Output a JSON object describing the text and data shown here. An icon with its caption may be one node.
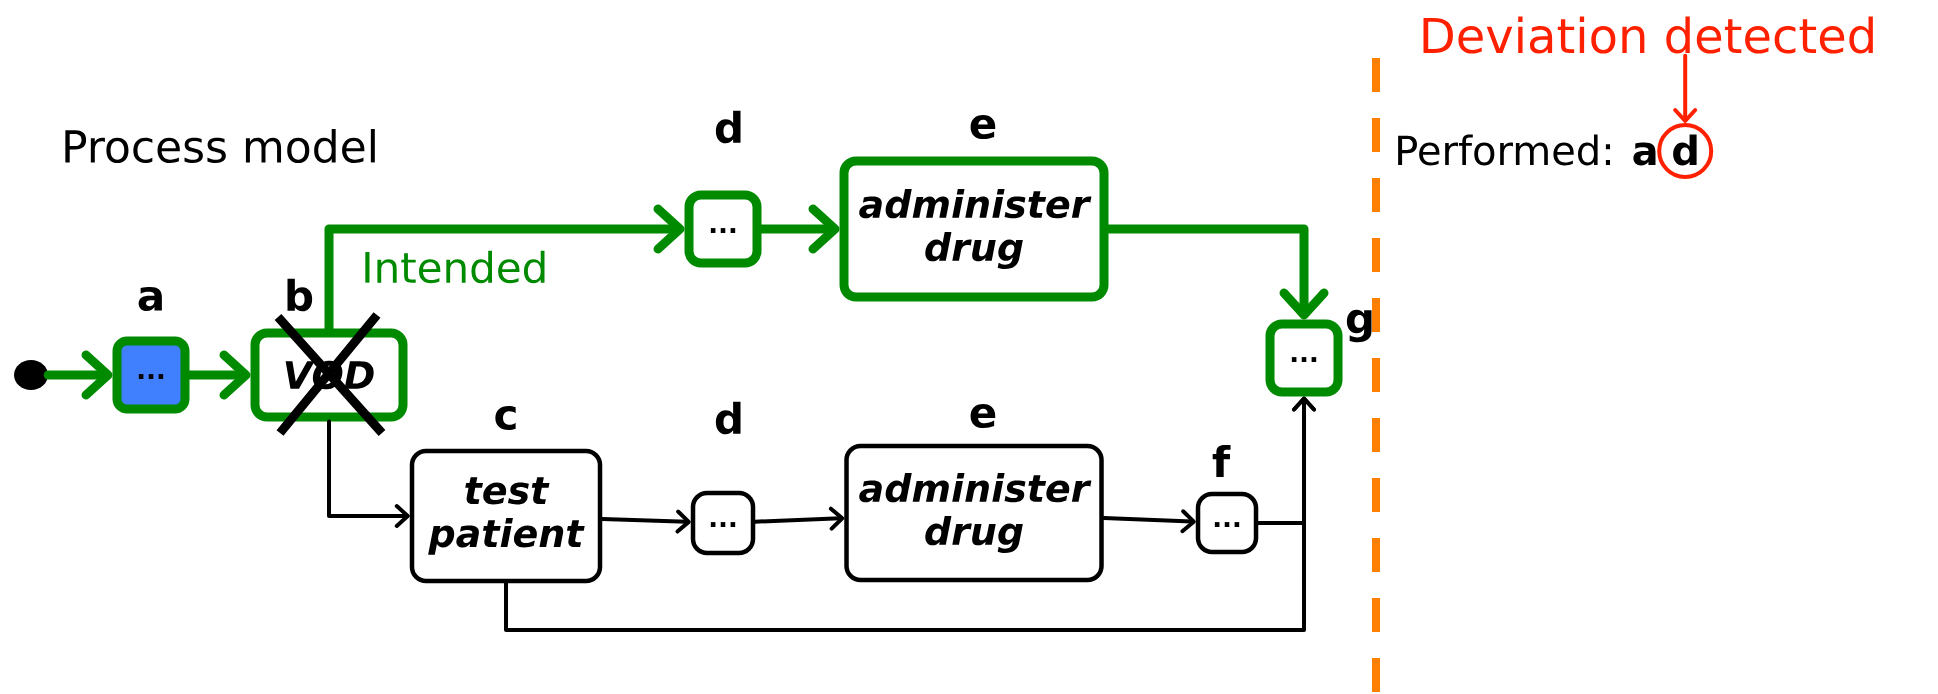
{
  "diagram": {
    "nodes": [
      {
        "text": [],
        "shape": "circle"
      },
      {
        "text": [
          "a",
          "..."
        ]
      },
      {
        "text": [
          "b",
          "VOD"
        ]
      },
      {
        "text": [
          "d",
          "..."
        ]
      },
      {
        "text": [
          "e",
          "administer drug"
        ]
      },
      {
        "text": [
          "g",
          "..."
        ]
      },
      {
        "text": [
          "c",
          "test patient"
        ]
      },
      {
        "text": [
          "d",
          "..."
        ]
      },
      {
        "text": [
          "e",
          "administer drug"
        ]
      },
      {
        "text": [
          "f",
          "..."
        ]
      },
      {
        "text": [
          "Deviation detected"
        ]
      },
      {
        "text": [],
        "shape": "circle"
      }
    ],
    "edges": [
      {
        "from": 0,
        "to": 1,
        "arrow": "to",
        "style": "thick",
        "color": "#008a00"
      },
      {
        "from": 1,
        "to": 2,
        "arrow": "to",
        "style": "thick",
        "color": "#008a00"
      },
      {
        "from": 2,
        "to": 3,
        "arrow": "to",
        "style": "thick",
        "color": "#008a00",
        "label": "Intended"
      },
      {
        "from": 3,
        "to": 4,
        "arrow": "to",
        "style": "thick",
        "color": "#008a00"
      },
      {
        "from": 4,
        "to": 5,
        "arrow": "to",
        "style": "thick",
        "color": "#008a00"
      },
      {
        "from": 2,
        "to": 6,
        "arrow": "to"
      },
      {
        "from": 6,
        "to": 7,
        "arrow": "to"
      },
      {
        "from": 7,
        "to": 8,
        "arrow": "to"
      },
      {
        "from": 8,
        "to": 9,
        "arrow": "to"
      },
      {
        "from": 9,
        "to": 5,
        "arrow": "to"
      },
      {
        "from": 6,
        "to": 5,
        "arrow": "to"
      },
      {
        "from": 10,
        "to": 11,
        "arrow": "to",
        "color": "#ff2000"
      }
    ],
    "labels": [
      "Process model",
      "Performed: **a** **d**"
    ]
  }
}
